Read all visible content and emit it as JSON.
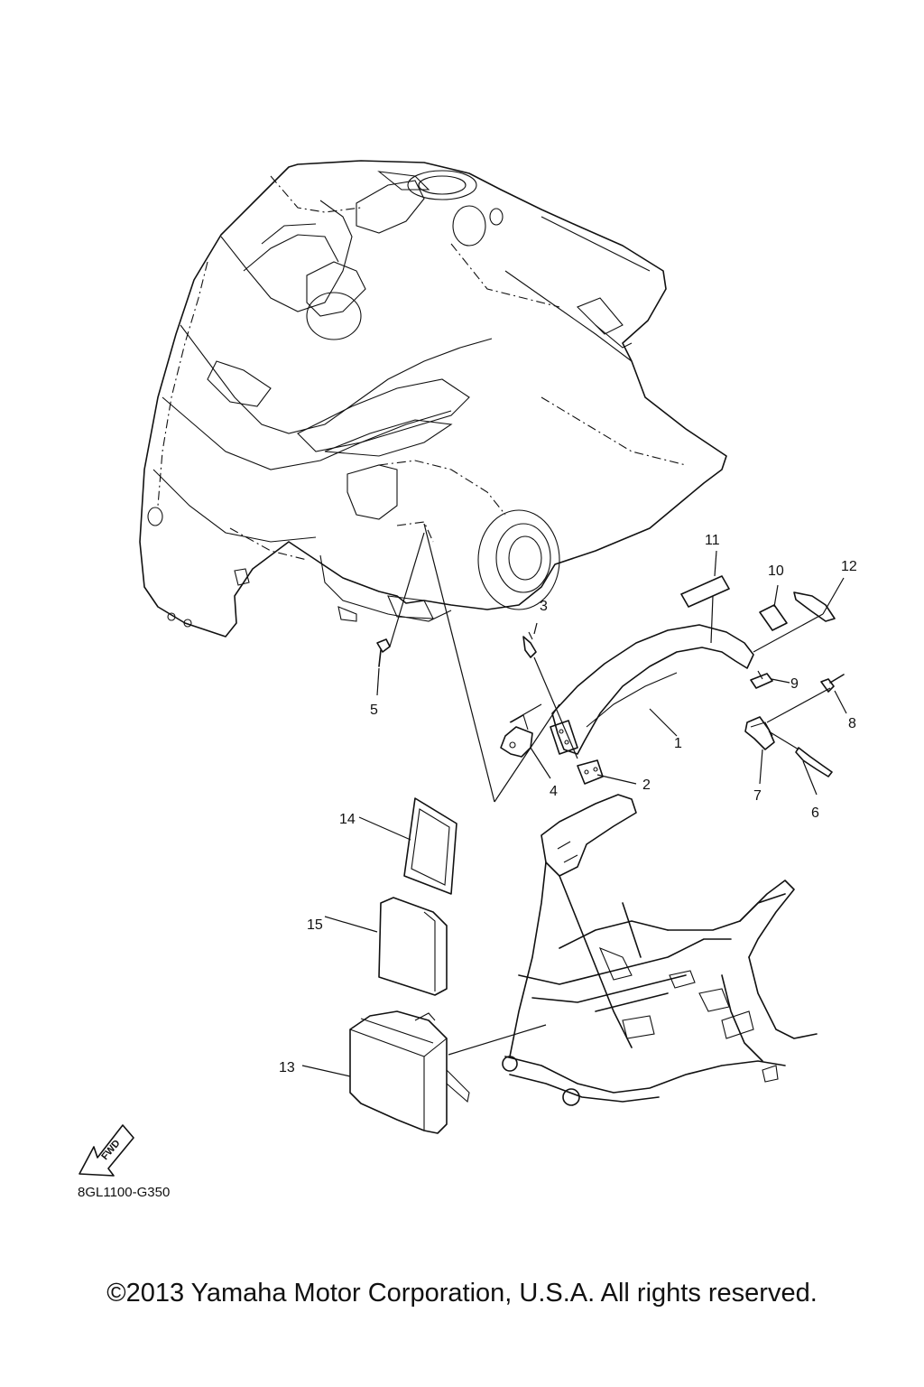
{
  "callouts": [
    "1",
    "2",
    "3",
    "4",
    "5",
    "6",
    "7",
    "8",
    "9",
    "10",
    "11",
    "12",
    "13",
    "14",
    "15"
  ],
  "drawing_code": "8GL1100-G350",
  "fwd_label": "FWD",
  "copyright": "©2013 Yamaha Motor Corporation, U.S.A. All rights reserved."
}
